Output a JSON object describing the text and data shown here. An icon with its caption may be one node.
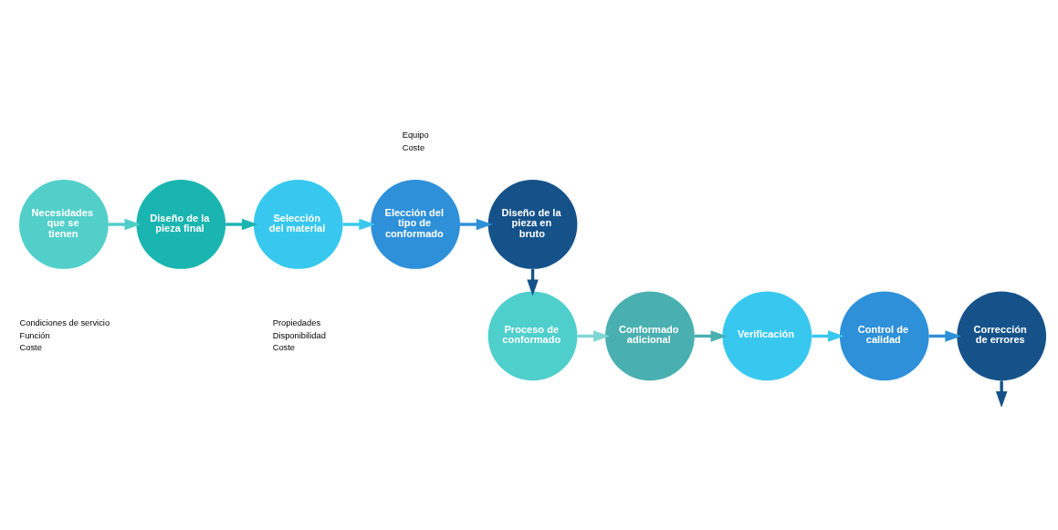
{
  "diagram": {
    "nodes": [
      {
        "text": [
          "Necesidades que se tienen"
        ],
        "beside": [
          "Condiciones de servicio",
          "Función",
          "Coste"
        ]
      },
      {
        "text": [
          "Diseño de la pieza final"
        ]
      },
      {
        "text": [
          "Selección del material"
        ],
        "beside": [
          "Propiedades",
          "Disponibilidad",
          "Coste"
        ]
      },
      {
        "text": [
          "Elección del tipo de conformado"
        ],
        "beside": [
          "Equipo",
          "Coste"
        ]
      },
      {
        "text": [
          "Diseño de la pieza en bruto"
        ]
      },
      {
        "text": [
          "Proceso de conformado"
        ]
      },
      {
        "text": [
          "Conformado adicional"
        ]
      },
      {
        "text": [
          "Verificación"
        ]
      },
      {
        "text": [
          "Control de calidad"
        ]
      },
      {
        "text": [
          "Corrección de errores"
        ]
      }
    ],
    "edges": [
      {
        "from": 0,
        "to": 1,
        "arrow": "to",
        "color": "#4ecdc9"
      },
      {
        "from": 1,
        "to": 2,
        "arrow": "to",
        "color": "#1ab5b0"
      },
      {
        "from": 2,
        "to": 3,
        "arrow": "to",
        "color": "#38c8ef"
      },
      {
        "from": 3,
        "to": 4,
        "arrow": "to",
        "color": "#2e90d9"
      },
      {
        "from": 4,
        "to": 5,
        "arrow": "to",
        "color": "#15528a"
      },
      {
        "from": 5,
        "to": 6,
        "arrow": "to",
        "color": "#7fd6d4"
      },
      {
        "from": 6,
        "to": 7,
        "arrow": "to",
        "color": "#4aafb0"
      },
      {
        "from": 7,
        "to": 8,
        "arrow": "to",
        "color": "#38c8ef"
      },
      {
        "from": 8,
        "to": 9,
        "arrow": "to",
        "color": "#2e90d9"
      },
      {
        "from": 9,
        "to": null,
        "arrow": "to",
        "color": "#15528a"
      }
    ]
  }
}
